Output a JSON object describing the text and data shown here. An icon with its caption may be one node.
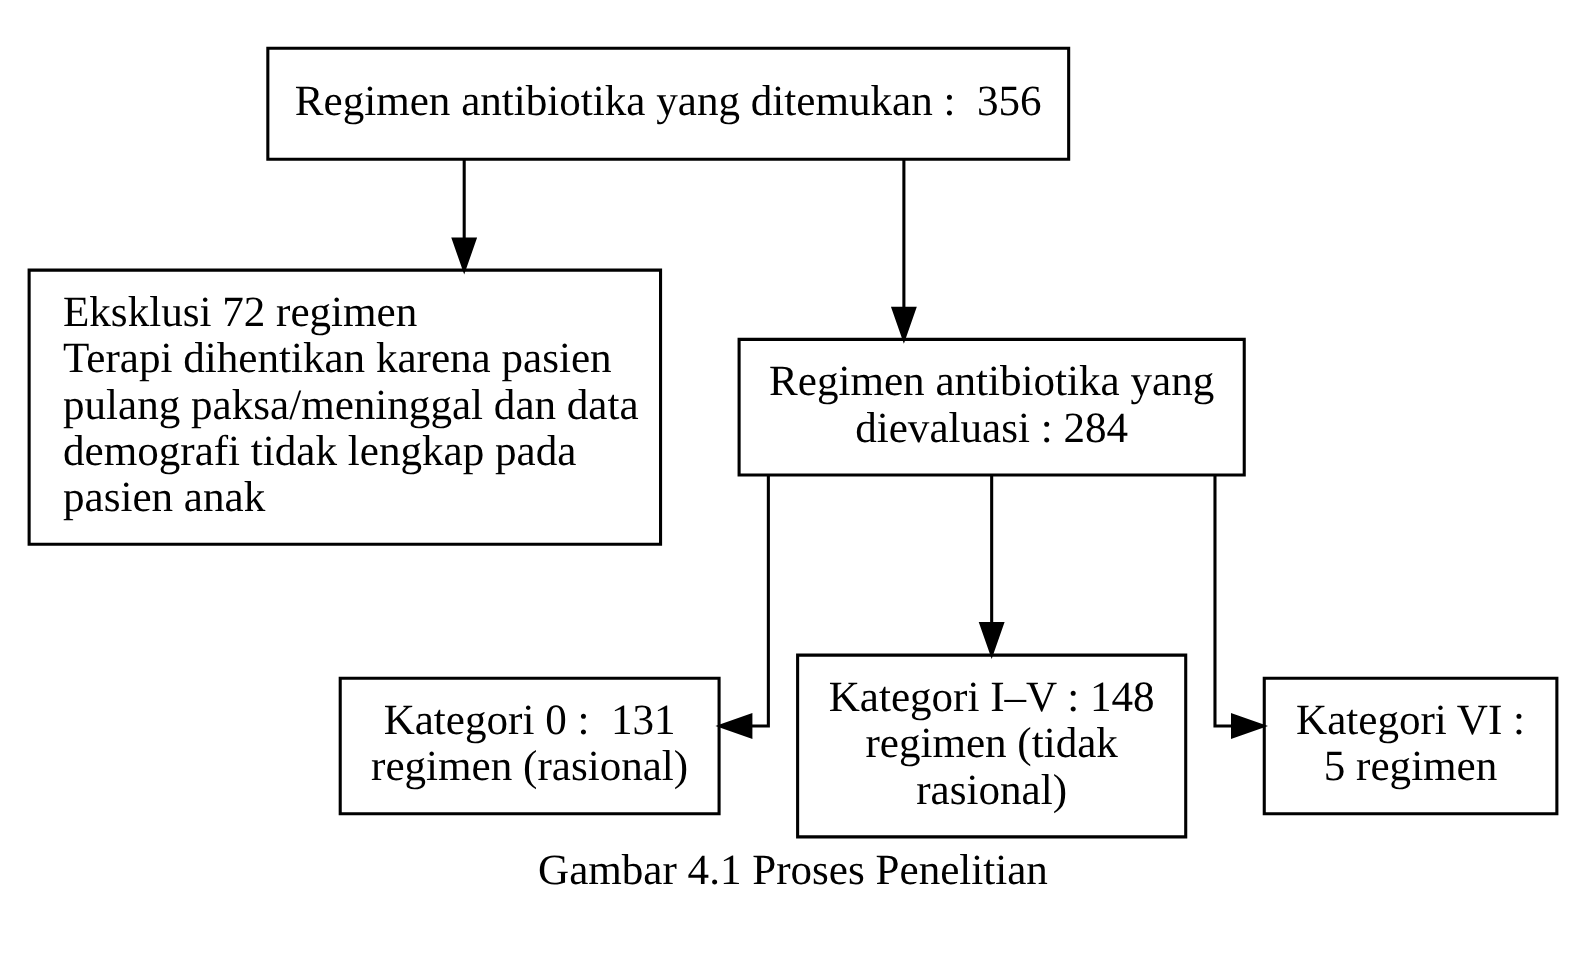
{
  "diagram": {
    "caption": "Gambar 4.1 Proses Penelitian",
    "nodes": [
      {
        "text": [
          "Regimen antibiotika yang ditemukan :  356"
        ]
      },
      {
        "text": [
          "Eksklusi 72 regimen",
          "Terapi dihentikan karena pasien pulang paksa/meninggal dan data demografi tidak lengkap pada pasien anak"
        ]
      },
      {
        "text": [
          "Regimen antibiotika yang dievaluasi : 284"
        ]
      },
      {
        "text": [
          "Kategori 0 :  131 regimen (rasional)"
        ]
      },
      {
        "text": [
          "Kategori I–V : 148 regimen (tidak rasional)"
        ]
      },
      {
        "text": [
          "Kategori VI : 5 regimen"
        ]
      }
    ],
    "edges": [
      {
        "from": 0,
        "to": 1,
        "arrow": "to"
      },
      {
        "from": 0,
        "to": 2,
        "arrow": "to"
      },
      {
        "from": 2,
        "to": 3,
        "arrow": "to"
      },
      {
        "from": 2,
        "to": 4,
        "arrow": "to"
      },
      {
        "from": 2,
        "to": 5,
        "arrow": "to"
      }
    ]
  }
}
